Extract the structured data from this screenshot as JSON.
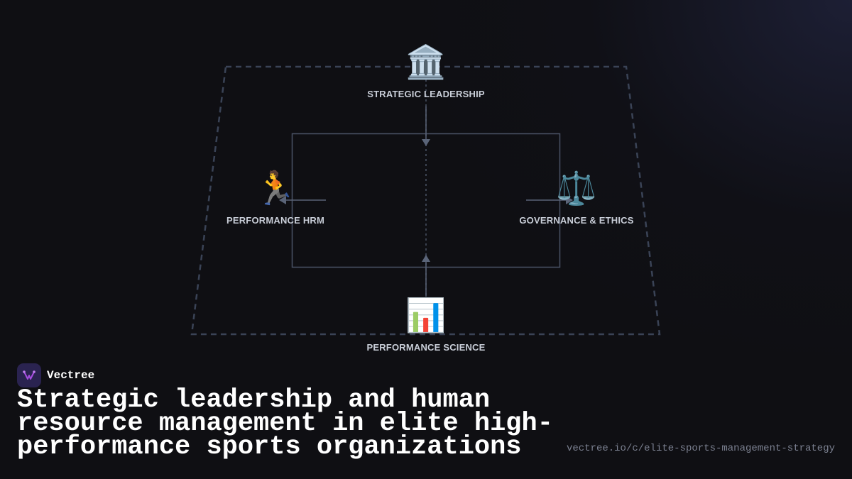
{
  "diagram": {
    "nodes": {
      "top": {
        "label": "STRATEGIC LEADERSHIP",
        "icon": "classical-building-icon",
        "glyph": "🏛️"
      },
      "left": {
        "label": "PERFORMANCE HRM",
        "icon": "runner-icon",
        "glyph": "🏃"
      },
      "right": {
        "label": "GOVERNANCE & ETHICS",
        "icon": "balance-scale-icon",
        "glyph": "⚖️"
      },
      "bottom": {
        "label": "PERFORMANCE SCIENCE",
        "icon": "bar-chart-icon",
        "glyph": "📊"
      }
    },
    "colors": {
      "connector": "#5a6478",
      "dashed_frame": "#3a4356",
      "label": "#c9ced8"
    }
  },
  "brand": {
    "name": "Vectree",
    "logo_color": "#a64de0"
  },
  "title": "Strategic leadership and human resource management in elite high-performance sports organizations",
  "url": "vectree.io/c/elite-sports-management-strategy"
}
